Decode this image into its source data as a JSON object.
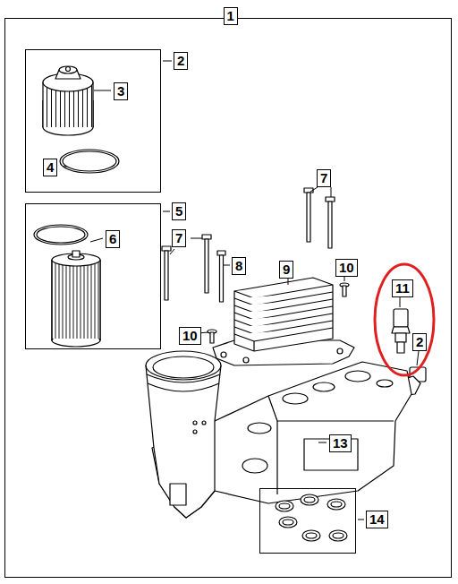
{
  "diagram": {
    "nodes": [
      {
        "text": [
          "1"
        ]
      },
      {
        "text": [
          "2"
        ],
        "in": 0
      },
      {
        "text": [
          "5"
        ],
        "in": 0
      },
      {
        "text": [
          "14"
        ],
        "in": 0
      }
    ],
    "edges": [],
    "labels": [
      "3",
      "4",
      "6",
      "7",
      "7",
      "8",
      "9",
      "10",
      "10",
      "11",
      "2",
      "13"
    ]
  }
}
